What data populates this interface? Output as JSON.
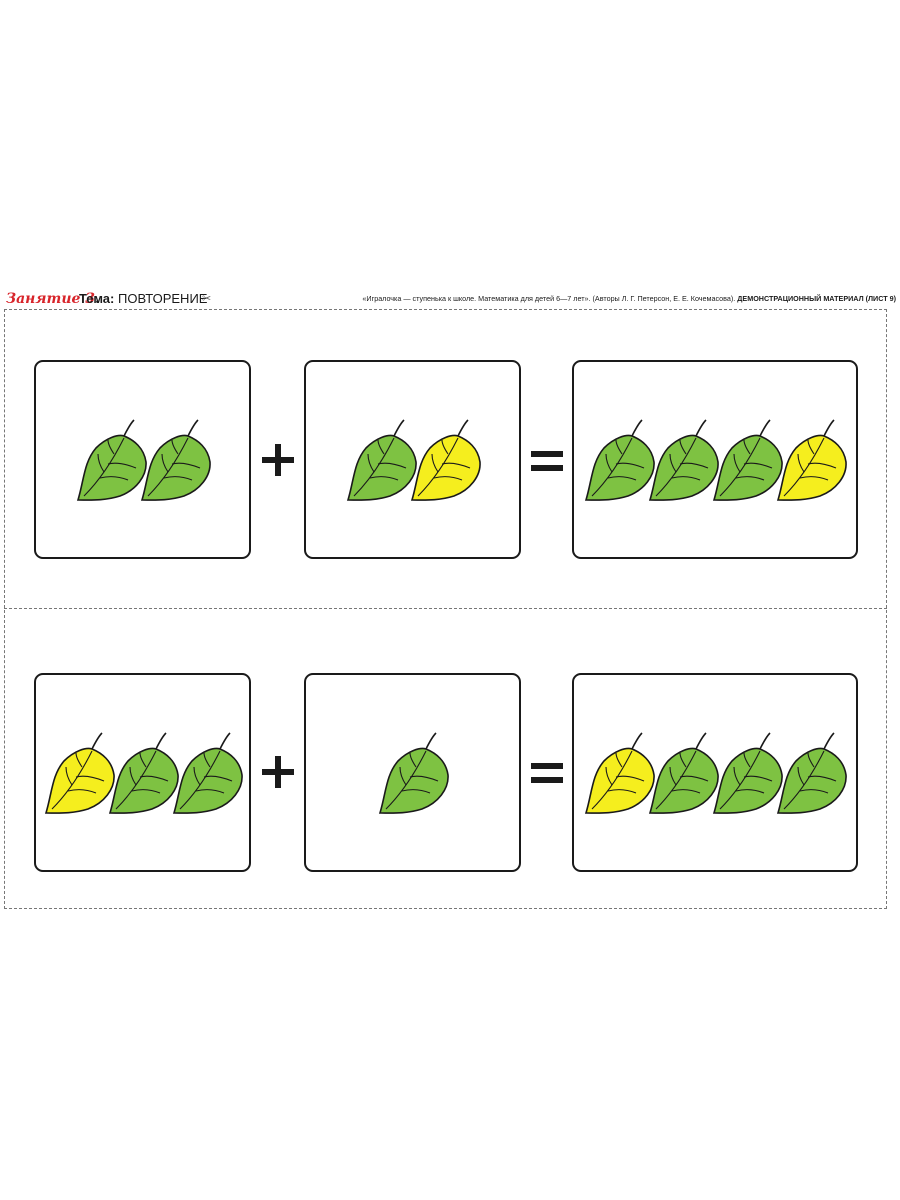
{
  "header": {
    "lesson_label": "Занятие 3",
    "lesson_dot": ".",
    "topic_prefix": "Тема:",
    "topic_value": "ПОВТОРЕНИЕ",
    "scissors_icon": "scissors-icon",
    "source_text": "«Игралочка — ступенька к школе. Математика для детей 6—7 лет». (Авторы Л. Г. Петерсон, Е. Е. Кочемасова).",
    "source_bold": "ДЕМОНСТРАЦИОННЫЙ МАТЕРИАЛ (ЛИСТ 9)"
  },
  "colors": {
    "green_leaf": "#7ec242",
    "yellow_leaf": "#f5ee1e",
    "outline": "#1a1a1a",
    "lesson_red": "#d8242a"
  },
  "equations": [
    {
      "operator": "+",
      "equals": "=",
      "left": [
        "green",
        "green"
      ],
      "right": [
        "green",
        "yellow"
      ],
      "result": [
        "green",
        "green",
        "green",
        "yellow"
      ]
    },
    {
      "operator": "+",
      "equals": "=",
      "left": [
        "yellow",
        "green",
        "green"
      ],
      "right": [
        "green"
      ],
      "result": [
        "yellow",
        "green",
        "green",
        "green"
      ]
    }
  ]
}
